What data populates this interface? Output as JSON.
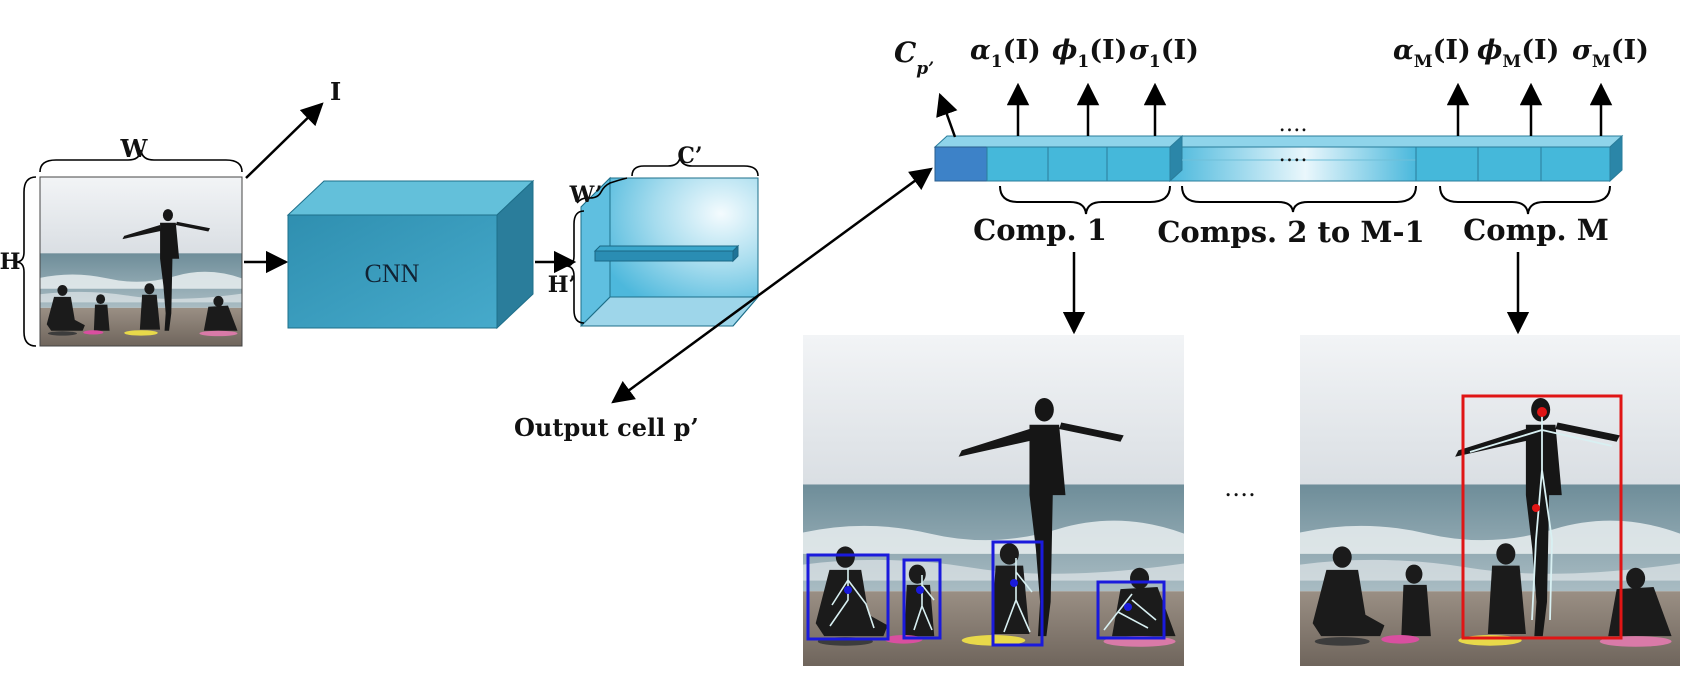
{
  "input": {
    "width_label": "W",
    "height_label": "H",
    "image_label": "I"
  },
  "cnn": {
    "label": "CNN"
  },
  "feature_map": {
    "width_label": "W’",
    "height_label": "H’",
    "channels_label": "C’",
    "cell_label": "Output cell p’"
  },
  "vector": {
    "confidence": {
      "main": "C",
      "sub": "p’"
    },
    "comp1_outputs": [
      {
        "main": "α",
        "sub": "1",
        "arg": "(I)"
      },
      {
        "main": "ϕ",
        "sub": "1",
        "arg": "(I)"
      },
      {
        "main": "σ",
        "sub": "1",
        "arg": "(I)"
      }
    ],
    "compM_outputs": [
      {
        "main": "α",
        "sub": "M",
        "arg": "(I)"
      },
      {
        "main": "ϕ",
        "sub": "M",
        "arg": "(I)"
      },
      {
        "main": "σ",
        "sub": "M",
        "arg": "(I)"
      }
    ],
    "ellipsis": "….",
    "groups": {
      "comp1": "Comp. 1",
      "middle": "Comps. 2 to M-1",
      "compM": "Comp. M"
    }
  },
  "results": {
    "ellipsis": "…."
  },
  "colors": {
    "cnn_front": "#3a9fbf",
    "cnn_top": "#5bbcd6",
    "cnn_side": "#2b7f9c",
    "cell_blue": "#45b8da",
    "confidence_cell": "#3d7fc4",
    "box_blue": "#1a1adc",
    "box_red": "#e01515",
    "sky": "#e2e6eb",
    "sea": "#7c98a4",
    "sand": "#8e8378"
  }
}
